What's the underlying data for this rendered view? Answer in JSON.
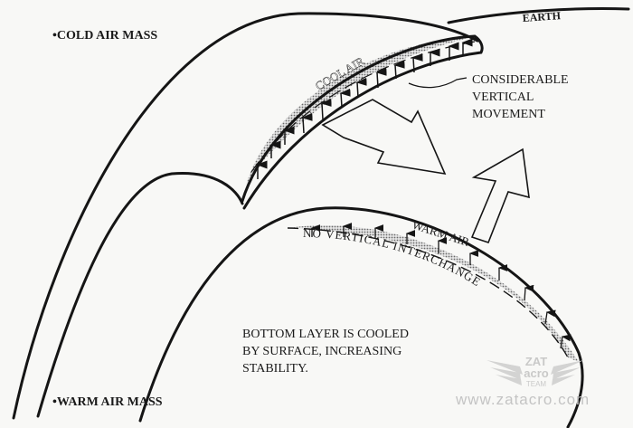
{
  "labels": {
    "cold_air_mass": "•COLD AIR MASS",
    "warm_air_mass": "•WARM AIR MASS",
    "earth": "EARTH",
    "cool_air": "COOL AIR",
    "warm_air": "WARM AIR",
    "no_vertical_interchange": "NO VERTICAL INTERCHANGE",
    "considerable_vertical_movement": [
      "CONSIDERABLE",
      "VERTICAL",
      "MOVEMENT"
    ],
    "bottom_layer_note": [
      "BOTTOM LAYER IS COOLED",
      "BY SURFACE, INCREASING",
      "STABILITY."
    ]
  },
  "watermark": {
    "logo_text": [
      "ZAT",
      "acro",
      "TEAM"
    ],
    "url": "www.zatacro.com"
  },
  "colors": {
    "ink": "#151515",
    "paper": "#f8f8f6",
    "shade": "#9a9a9a",
    "watermark": "#c4c4c4"
  }
}
